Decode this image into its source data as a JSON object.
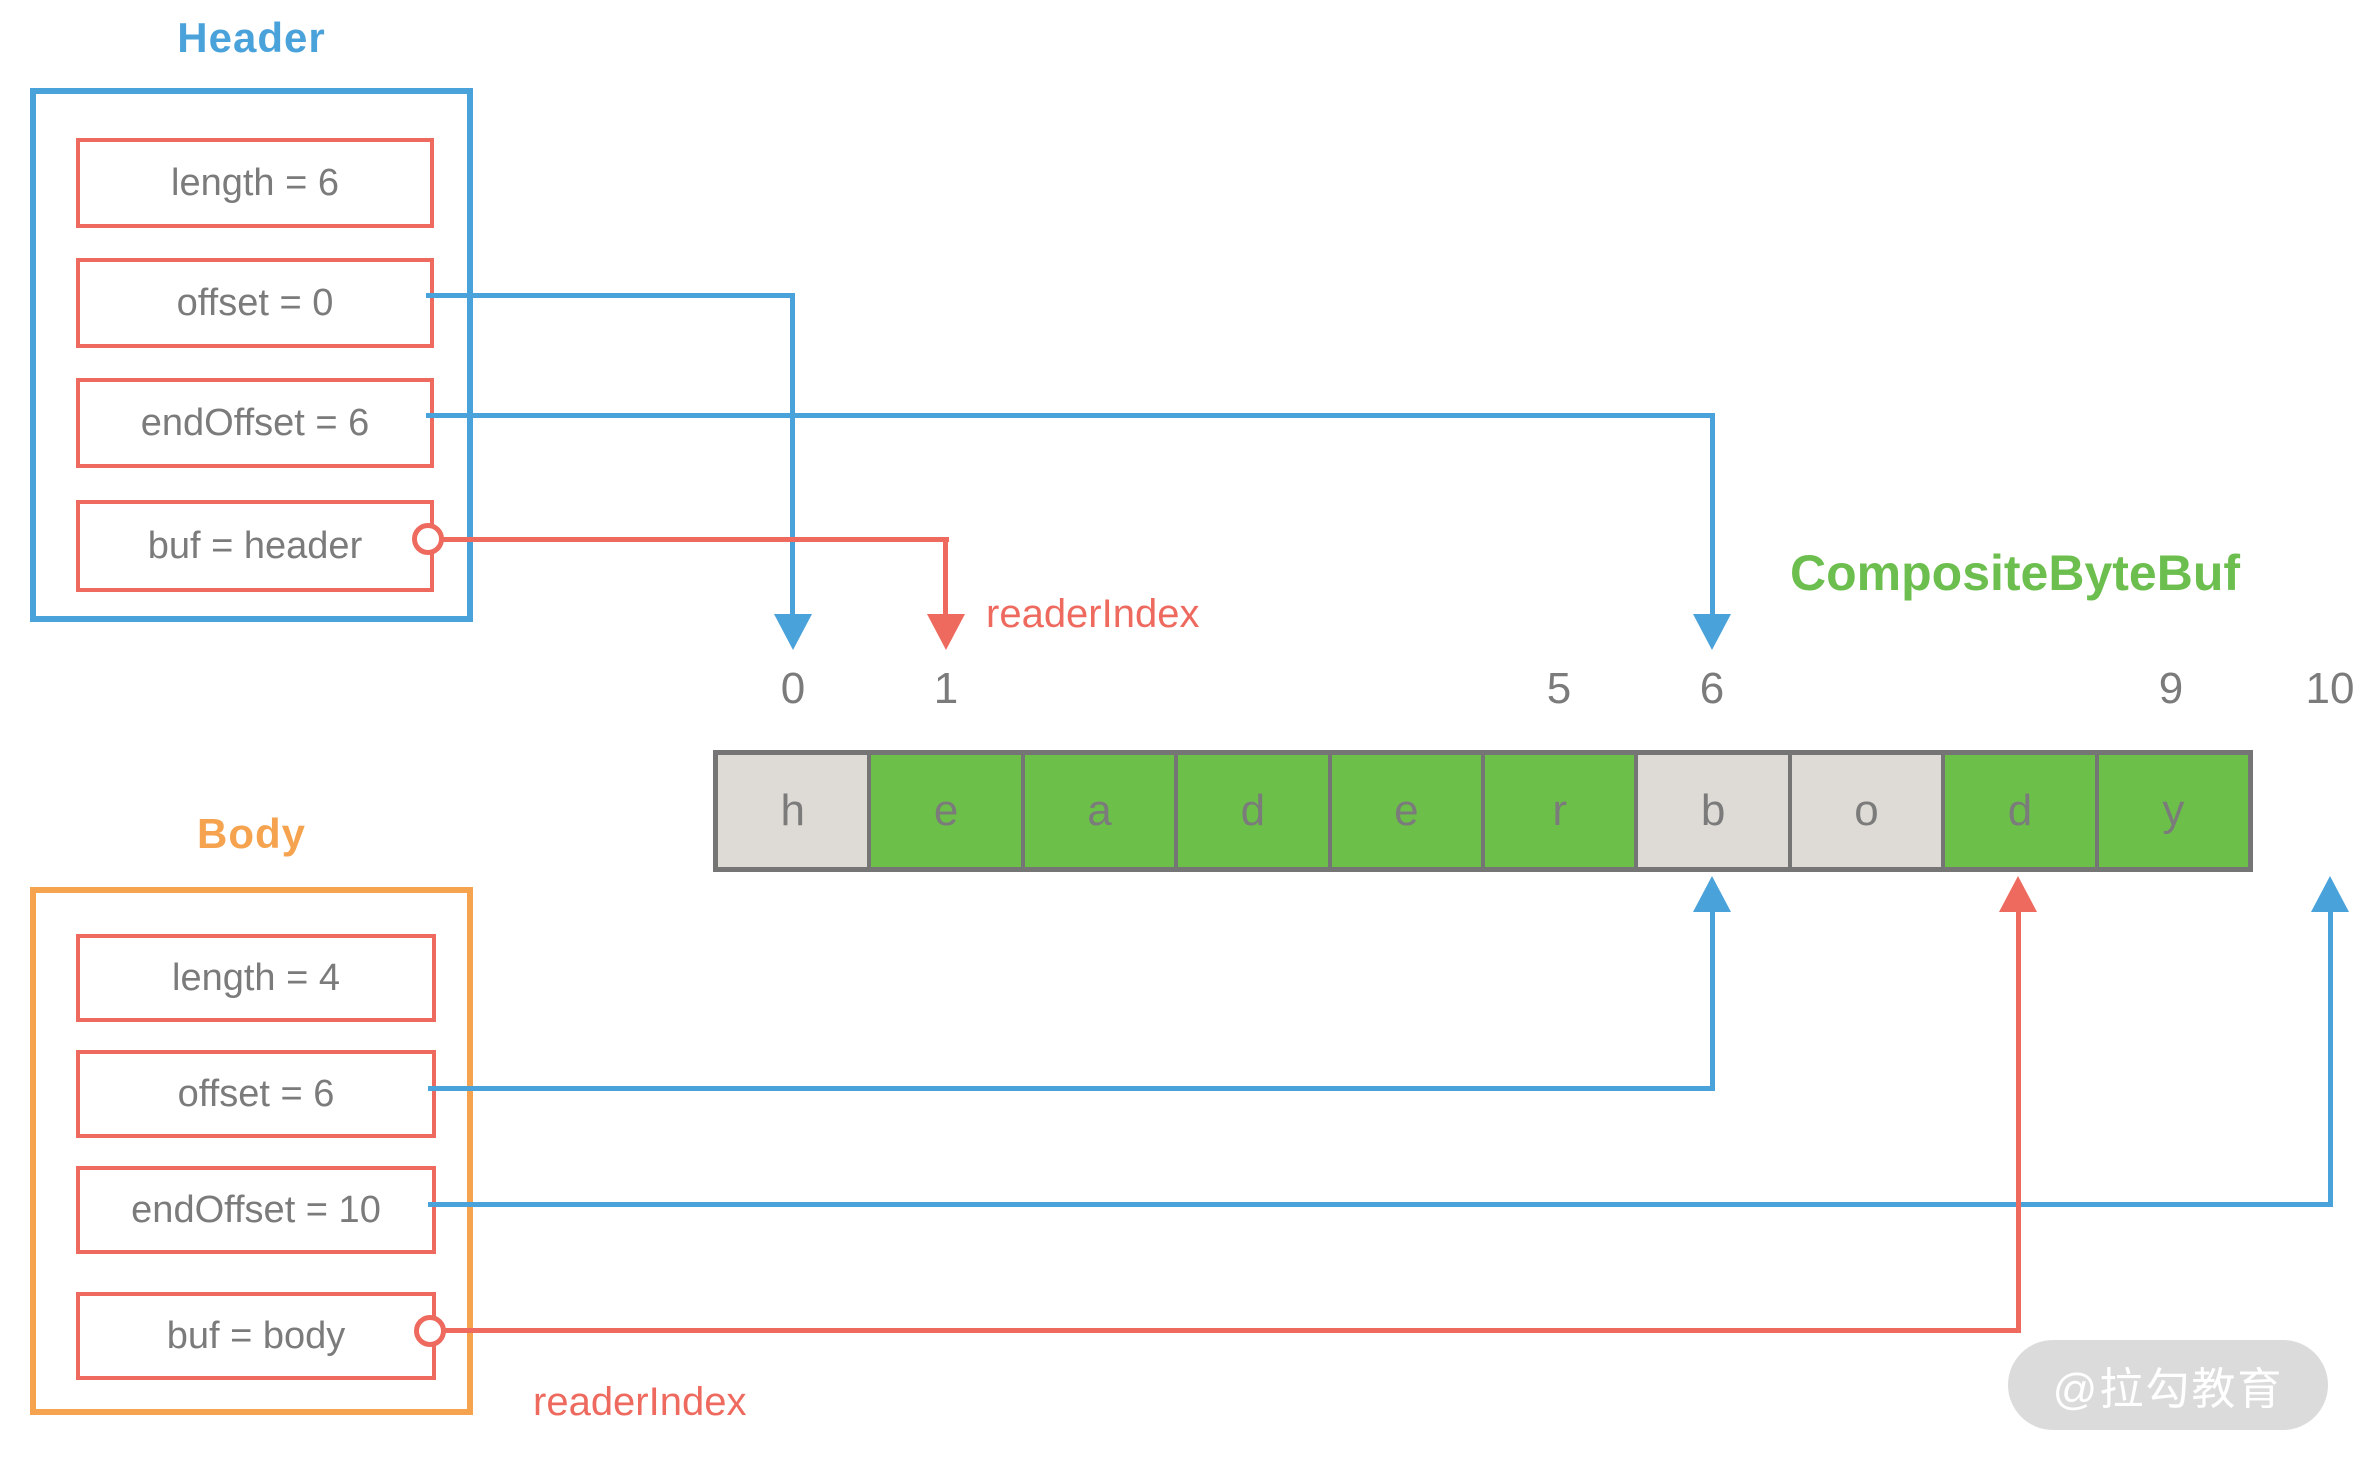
{
  "colors": {
    "blue": "#4AA2DB",
    "red": "#EE6A5F",
    "orange": "#F5A34E",
    "green": "#6CC04A",
    "green_label": "#6CBF4E",
    "cell_gray": "#DEDAD5",
    "border_gray": "#757575",
    "text_gray": "#7B7B7B",
    "watermark_bg": "#DBDBDB",
    "watermark_text": "#FFFFFF"
  },
  "header_component": {
    "title": "Header",
    "fields": [
      {
        "label": "length = 6"
      },
      {
        "label": "offset = 0"
      },
      {
        "label": "endOffset = 6"
      },
      {
        "label": "buf = header"
      }
    ]
  },
  "body_component": {
    "title": "Body",
    "fields": [
      {
        "label": "length = 4"
      },
      {
        "label": "offset = 6"
      },
      {
        "label": "endOffset = 10"
      },
      {
        "label": "buf = body"
      }
    ]
  },
  "buffer": {
    "label": "CompositeByteBuf",
    "cells": [
      {
        "char": "h",
        "state": "read"
      },
      {
        "char": "e",
        "state": "unread"
      },
      {
        "char": "a",
        "state": "unread"
      },
      {
        "char": "d",
        "state": "unread"
      },
      {
        "char": "e",
        "state": "unread"
      },
      {
        "char": "r",
        "state": "unread"
      },
      {
        "char": "b",
        "state": "read"
      },
      {
        "char": "o",
        "state": "read"
      },
      {
        "char": "d",
        "state": "unread"
      },
      {
        "char": "y",
        "state": "unread"
      }
    ],
    "index_labels": [
      "0",
      "1",
      "5",
      "6",
      "9",
      "10"
    ],
    "header_reader_index_label": "readerIndex",
    "body_reader_index_label": "readerIndex"
  },
  "watermark": {
    "text": "@拉勾教育"
  }
}
